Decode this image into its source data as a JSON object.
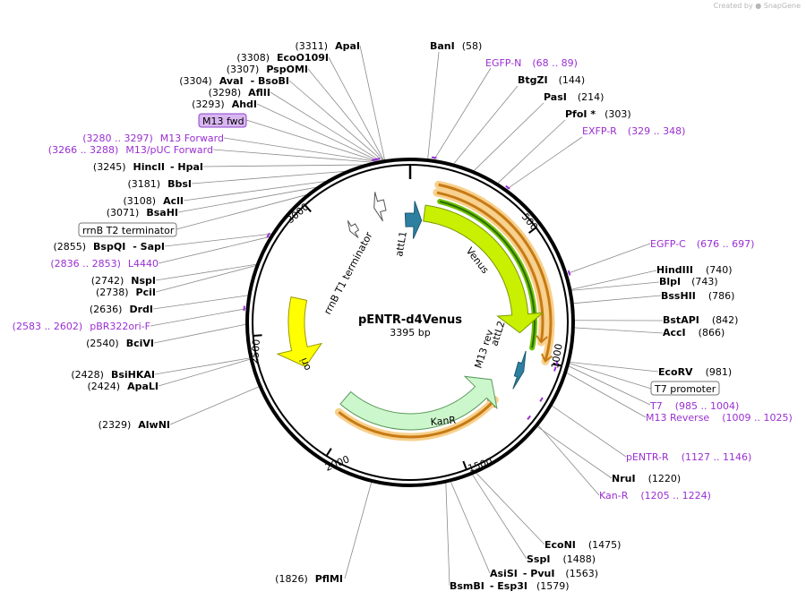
{
  "watermark": {
    "text": "Created by",
    "brand": "SnapGene"
  },
  "plasmid": {
    "name": "pENTR-d4Venus",
    "length": "3395 bp"
  },
  "ruler": [
    "500",
    "1000",
    "1500",
    "3000",
    "2000",
    "2500"
  ],
  "features": {
    "venus": "Venus",
    "attL1": "attL1",
    "rrnB_T1": "rrnB T1 terminator",
    "ori": "ori",
    "kanR": "KanR",
    "m13rev": "M13 rev",
    "attL2": "attL2"
  },
  "boxes": {
    "t7promoter": "T7 promoter",
    "m13fwd": "M13 fwd",
    "rrnBT2": "rrnB T2 terminator"
  },
  "colors": {
    "venus": "#c8f000",
    "ori": "#ffff00",
    "kanR": "#ccf7cc",
    "att": "#2e7fa0",
    "orf": "#c87a14",
    "orf_glow": "#f7d08c",
    "primer": "#9a2fd2"
  },
  "sites": {
    "banI": {
      "name": "BanI",
      "pos": "(58)"
    },
    "btgZI": {
      "name": "BtgZI",
      "pos": "(144)"
    },
    "pasI": {
      "name": "PasI",
      "pos": "(214)"
    },
    "pfoI": {
      "name": "PfoI *",
      "pos": "(303)"
    },
    "hindIII": {
      "name": "HindIII",
      "pos": "(740)"
    },
    "blpI": {
      "name": "BlpI",
      "pos": "(743)"
    },
    "bssHII": {
      "name": "BssHII",
      "pos": "(786)"
    },
    "bstAPI": {
      "name": "BstAPI",
      "pos": "(842)"
    },
    "accI": {
      "name": "AccI",
      "pos": "(866)"
    },
    "ecoRV": {
      "name": "EcoRV",
      "pos": "(981)"
    },
    "nruI": {
      "name": "NruI",
      "pos": "(1220)"
    },
    "ecoNI": {
      "name": "EcoNI",
      "pos": "(1475)"
    },
    "sspI": {
      "name": "SspI",
      "pos": "(1488)"
    },
    "asiSI": {
      "name": "AsiSI",
      "alt": "- PvuI",
      "pos": "(1563)"
    },
    "bsmBI": {
      "name": "BsmBI",
      "alt": "- Esp3I",
      "pos": "(1579)"
    },
    "pflMI": {
      "name": "PflMI",
      "pos": "(1826)"
    },
    "alwNI": {
      "name": "AlwNI",
      "pos": "(2329)"
    },
    "apaLI": {
      "name": "ApaLI",
      "pos": "(2424)"
    },
    "bsiHKAI": {
      "name": "BsiHKAI",
      "pos": "(2428)"
    },
    "bciVI": {
      "name": "BciVI",
      "pos": "(2540)"
    },
    "drdI": {
      "name": "DrdI",
      "pos": "(2636)"
    },
    "pciI": {
      "name": "PciI",
      "pos": "(2738)"
    },
    "nspI": {
      "name": "NspI",
      "pos": "(2742)"
    },
    "bspQI": {
      "name": "BspQI",
      "alt": "- SapI",
      "pos": "(2855)"
    },
    "bsaHI": {
      "name": "BsaHI",
      "pos": "(3071)"
    },
    "aclI": {
      "name": "AclI",
      "pos": "(3108)"
    },
    "bbsI": {
      "name": "BbsI",
      "pos": "(3181)"
    },
    "hincII": {
      "name": "HincII",
      "alt": "- HpaI",
      "pos": "(3245)"
    },
    "ahdI": {
      "name": "AhdI",
      "pos": "(3293)"
    },
    "aflII": {
      "name": "AflII",
      "pos": "(3298)"
    },
    "avaI": {
      "name": "AvaI",
      "alt": "- BsoBI",
      "pos": "(3304)"
    },
    "pspOMI": {
      "name": "PspOMI",
      "pos": "(3307)"
    },
    "ecoO109I": {
      "name": "EcoO109I",
      "pos": "(3308)"
    },
    "apaI": {
      "name": "ApaI",
      "pos": "(3311)"
    }
  },
  "primers": {
    "egfpN": {
      "name": "EGFP-N",
      "range": "(68 .. 89)"
    },
    "exfpR": {
      "name": "EXFP-R",
      "range": "(329 .. 348)"
    },
    "egfpC": {
      "name": "EGFP-C",
      "range": "(676 .. 697)"
    },
    "t7": {
      "name": "T7",
      "range": "(985 .. 1004)"
    },
    "m13reverse": {
      "name": "M13 Reverse",
      "range": "(1009 .. 1025)"
    },
    "pentrR": {
      "name": "pENTR-R",
      "range": "(1127 .. 1146)"
    },
    "kanR": {
      "name": "Kan-R",
      "range": "(1205 .. 1224)"
    },
    "pbr322oriF": {
      "name": "pBR322ori-F",
      "range": "(2583 .. 2602)"
    },
    "l4440": {
      "name": "L4440",
      "range": "(2836 .. 2853)"
    },
    "m13pucForward": {
      "name": "M13/pUC Forward",
      "range": "(3266 .. 3288)"
    },
    "m13forward": {
      "name": "M13 Forward",
      "range": "(3280 .. 3297)"
    }
  }
}
